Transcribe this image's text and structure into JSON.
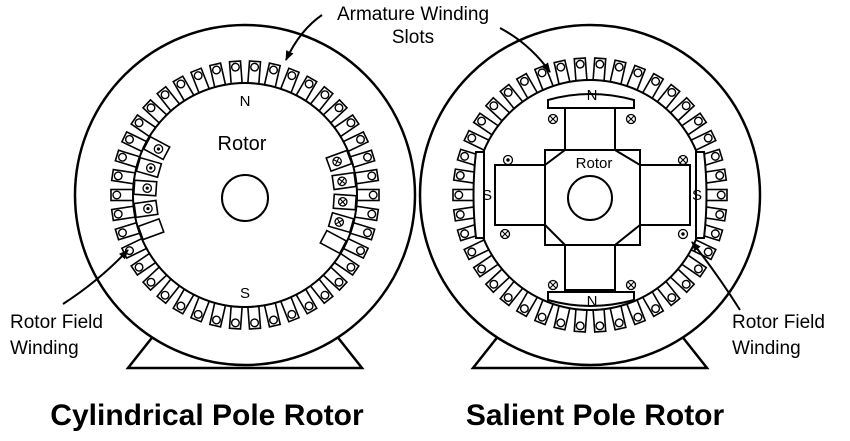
{
  "labels": {
    "armature_line1": "Armature Winding",
    "armature_line2": "Slots",
    "cyl_rotor": "Rotor",
    "cyl_north": "N",
    "cyl_south": "S",
    "cyl_field_line1": "Rotor Field",
    "cyl_field_line2": "Winding",
    "sal_rotor": "Rotor",
    "sal_pole_top": "N",
    "sal_pole_bottom": "N",
    "sal_pole_left": "S",
    "sal_pole_right": "S",
    "sal_field_line1": "Rotor Field",
    "sal_field_line2": "Winding"
  },
  "captions": {
    "cylindrical": "Cylindrical Pole Rotor",
    "salient": "Salient Pole Rotor"
  },
  "colors": {
    "stroke": "#000000",
    "background": "#ffffff"
  }
}
